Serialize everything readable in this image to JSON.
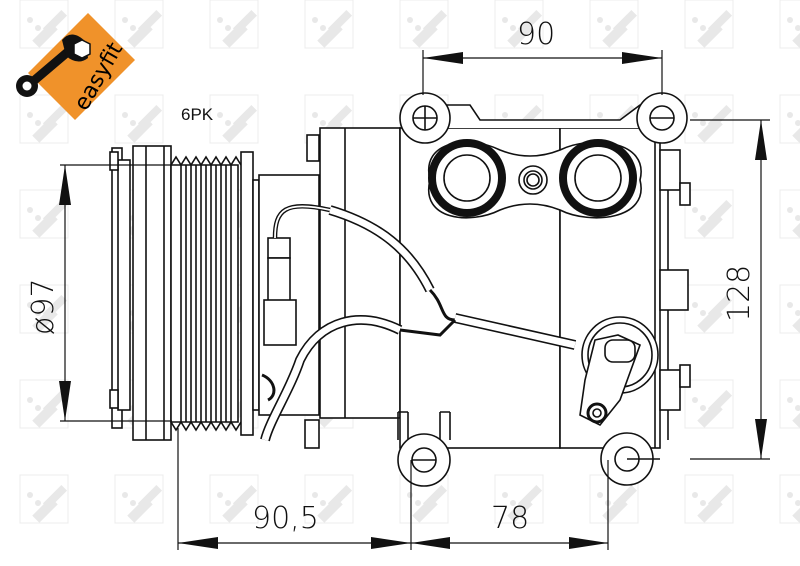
{
  "drawing": {
    "subject": "AC compressor technical drawing",
    "belt_label": "6PK",
    "logo": {
      "text": "easyfit",
      "background_color": "#F0922A",
      "icon": "wrench-icon"
    },
    "watermark": {
      "text": "NRF",
      "color": "#e6e6e6"
    },
    "dimensions": {
      "top_width": "90",
      "pulley_diameter": "ø97",
      "height": "128",
      "pulley_to_mount": "90,5",
      "mount_spacing": "78"
    }
  },
  "colors": {
    "line": "#111111",
    "background": "#ffffff",
    "accent": "#F0922A"
  }
}
